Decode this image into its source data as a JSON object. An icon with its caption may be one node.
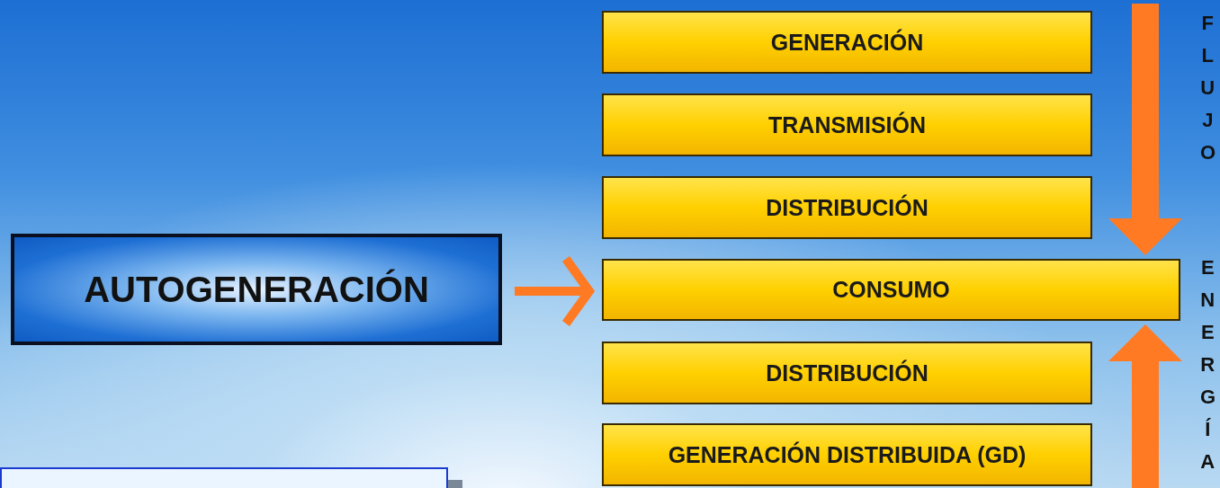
{
  "diagram": {
    "nodes": [
      {
        "text": [
          "AUTOGENERACIÓN"
        ]
      },
      {
        "text": [
          "GENERACIÓN"
        ]
      },
      {
        "text": [
          "TRANSMISIÓN"
        ]
      },
      {
        "text": [
          "DISTRIBUCIÓN"
        ]
      },
      {
        "text": [
          "CONSUMO"
        ]
      },
      {
        "text": [
          "DISTRIBUCIÓN"
        ]
      },
      {
        "text": [
          "GENERACIÓN DISTRIBUIDA (GD)"
        ]
      }
    ],
    "edges": [
      {
        "from": 0,
        "to": 4,
        "arrow": "to"
      },
      {
        "from": null,
        "to": 4,
        "arrow": "to"
      },
      {
        "from": null,
        "to": 4,
        "arrow": "to"
      }
    ],
    "labels": [
      "FLUJO",
      "ENERGÍA"
    ]
  }
}
